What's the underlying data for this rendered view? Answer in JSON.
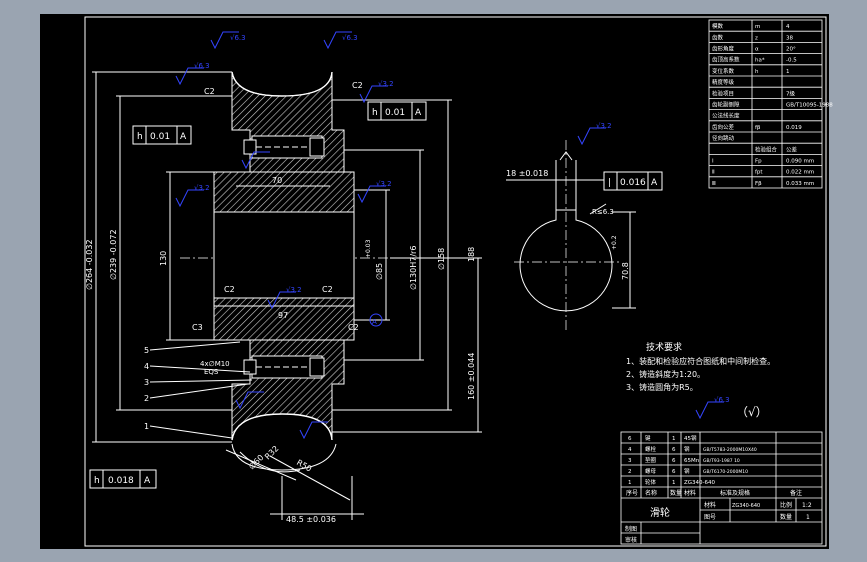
{
  "colors": {
    "background": "#9aa4b1",
    "sheet": "#000000",
    "line": "#ffffff",
    "hatch": "#d9d9d9",
    "accent_blue": "#3344ff"
  },
  "drawing": {
    "roughness_marks": {
      "top_left": "√6.3",
      "top_right": "√6.3",
      "upper_left": "√6.3",
      "mid_right": "√3.2",
      "bore_left": "√3.2",
      "bore_right": "√3.2",
      "bottom_mid": "√3.2",
      "key_right": "√3.2",
      "note_general": "√6.3"
    },
    "dims": {
      "d1": "∅264 -0.032",
      "d2": "∅239 -0.072",
      "d_130": "130",
      "d_70": "70",
      "d_97": "97",
      "d_c2_a": "C2",
      "d_c2_b": "C2",
      "d_c2_c": "C2",
      "d_c2_d": "C2",
      "d_c2_e": "C2",
      "d_c3": "C3",
      "d_85": "∅85",
      "d_85_tol": "+0.03",
      "d_130h7": "∅130H7/r6",
      "d_158": "∅158",
      "d_188": "188",
      "d_160": "160 ±0.044",
      "d_r32": "R32",
      "d_r50": "R50",
      "d_60": "∅60",
      "d_485": "48.5 ±0.036",
      "d_18": "18 ±0.018",
      "d_708": "70.8",
      "d_708_tol": "+0.2",
      "d_r63": "R≤6.3",
      "d_4x": "4x∅M10",
      "d_eqs": "EQS"
    },
    "tolerances": {
      "t1": [
        "h",
        "0.01",
        "A"
      ],
      "t2": [
        "h",
        "0.01",
        "A"
      ],
      "t3": [
        "|",
        "0.016",
        "A"
      ],
      "t4": [
        "h",
        "0.018",
        "A"
      ]
    },
    "datum_label": "A",
    "balloons": [
      "5",
      "4",
      "3",
      "2",
      "1"
    ]
  },
  "notes": {
    "heading": "技术要求",
    "lines": [
      "1、装配和检验应符合图纸和中间制检查。",
      "2、铸造斜度为1:20。",
      "3、铸造圆角为R5。"
    ],
    "general_mark": "（√）"
  },
  "param_table": {
    "rows": [
      [
        "模数",
        "m",
        "4"
      ],
      [
        "齿数",
        "z",
        "38"
      ],
      [
        "齿形角度",
        "α",
        "20°"
      ],
      [
        "齿顶高系数",
        "ha*",
        "-0.5"
      ],
      [
        "变位系数",
        "h",
        "1"
      ],
      [
        "精度等级",
        "",
        ""
      ],
      [
        "检验项目",
        "",
        "7级"
      ],
      [
        "齿轮副侧隙",
        "",
        "GB/T10095-1988"
      ],
      [
        "公法线长度",
        "",
        ""
      ],
      [
        "齿向公差",
        "fβ",
        "0.019"
      ],
      [
        "径向跳动",
        "",
        ""
      ],
      [
        "",
        "检验组合",
        "公差"
      ],
      [
        "Ⅰ",
        "Fp",
        "0.090 mm"
      ],
      [
        "Ⅱ",
        "fpt",
        "0.022 mm"
      ],
      [
        "Ⅲ",
        "Fβ",
        "0.033 mm"
      ]
    ]
  },
  "parts_list": {
    "rows": [
      [
        "6",
        "键",
        "1",
        "45钢",
        ""
      ],
      [
        "4",
        "螺栓",
        "6",
        "钢",
        "GB/T5783-2000M10X40"
      ],
      [
        "3",
        "垫圈",
        "6",
        "65Mn",
        "GB/T93-1987 10"
      ],
      [
        "2",
        "螺母",
        "6",
        "钢",
        "GB/T6170-2000M10"
      ],
      [
        "1",
        "轮体",
        "1",
        "ZG340-640",
        ""
      ]
    ],
    "header": [
      "序号",
      "名称",
      "数量",
      "材料",
      "标准及规格",
      "备注"
    ],
    "title": "滑轮",
    "scale_label": "比例",
    "scale_value": "1:2",
    "material_label": "材料",
    "material_value": "ZG340-640",
    "qty_label": "数量",
    "qty_value": "1",
    "sheet_label": "图号",
    "drawn_label": "制图",
    "checked_label": "审核"
  }
}
